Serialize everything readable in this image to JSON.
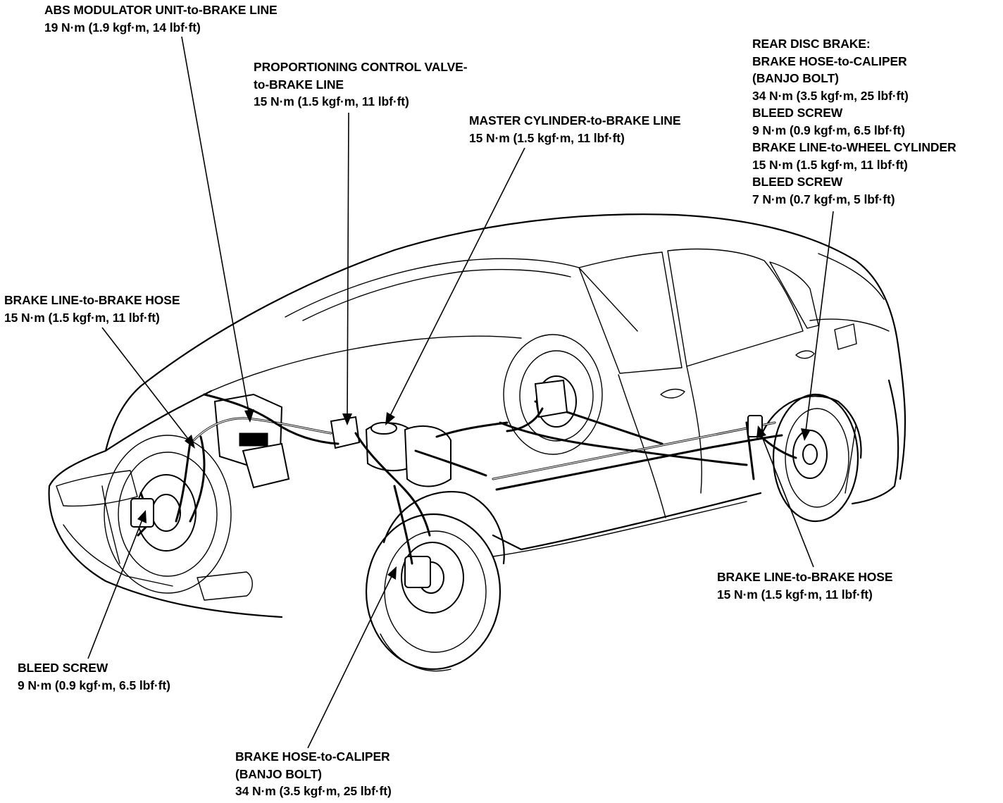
{
  "callouts": {
    "abs_modulator": {
      "line1": "ABS MODULATOR UNIT-to-BRAKE LINE",
      "line2": "19 N·m (1.9 kgf·m, 14 lbf·ft)"
    },
    "proportioning_valve": {
      "line1": "PROPORTIONING CONTROL VALVE-",
      "line2": "to-BRAKE LINE",
      "line3": "15 N·m (1.5 kgf·m, 11 lbf·ft)"
    },
    "master_cylinder": {
      "line1": "MASTER CYLINDER-to-BRAKE LINE",
      "line2": "15 N·m (1.5 kgf·m, 11 lbf·ft)"
    },
    "rear_disc_brake": {
      "line1": "REAR DISC BRAKE:",
      "line2": "BRAKE HOSE-to-CALIPER",
      "line3": "(BANJO BOLT)",
      "line4": "34 N·m (3.5 kgf·m, 25 lbf·ft)",
      "line5": "BLEED SCREW",
      "line6": "9 N·m (0.9 kgf·m, 6.5 lbf·ft)",
      "line7": "BRAKE LINE-to-WHEEL CYLINDER",
      "line8": "15 N·m (1.5 kgf·m, 11 lbf·ft)",
      "line9": "BLEED SCREW",
      "line10": "7 N·m (0.7 kgf·m, 5 lbf·ft)"
    },
    "front_line_to_hose": {
      "line1": "BRAKE LINE-to-BRAKE HOSE",
      "line2": "15 N·m (1.5 kgf·m, 11 lbf·ft)"
    },
    "rear_line_to_hose": {
      "line1": "BRAKE LINE-to-BRAKE HOSE",
      "line2": "15 N·m (1.5 kgf·m, 11 lbf·ft)"
    },
    "front_bleed_screw": {
      "line1": "BLEED SCREW",
      "line2": "9 N·m (0.9 kgf·m, 6.5 lbf·ft)"
    },
    "front_hose_to_caliper": {
      "line1": "BRAKE HOSE-to-CALIPER",
      "line2": "(BANJO BOLT)",
      "line3": "34 N·m (3.5 kgf·m, 25 lbf·ft)"
    }
  },
  "colors": {
    "ink": "#000000",
    "paper": "#ffffff"
  }
}
